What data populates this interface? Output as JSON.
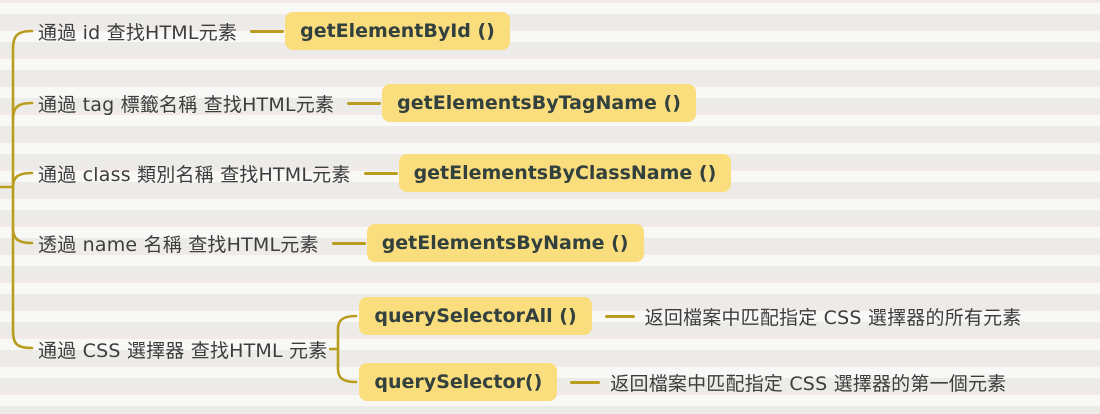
{
  "title": "DOM element lookup mind map",
  "colors": {
    "background": "#f2f1ee",
    "branch": "#b99d1e",
    "node_bg": "#fadd7d",
    "node_text": "#32403e",
    "label_text": "#3d3d3d"
  },
  "rows": [
    {
      "label": "通過 id 查找HTML元素",
      "node": "getElementById ()"
    },
    {
      "label": "通過 tag 標籤名稱 查找HTML元素",
      "node": "getElementsByTagName ()"
    },
    {
      "label": "通過 class 類別名稱 查找HTML元素",
      "node": "getElementsByClassName ()"
    },
    {
      "label": "透過 name 名稱 查找HTML元素",
      "node": "getElementsByName ()"
    },
    {
      "label": "通過 CSS 選擇器 查找HTML 元素",
      "children": [
        {
          "node": "querySelectorAll ()",
          "desc": "返回檔案中匹配指定 CSS 選擇器的所有元素"
        },
        {
          "node": "querySelector()",
          "desc": "返回檔案中匹配指定 CSS 選擇器的第一個元素"
        }
      ]
    }
  ]
}
